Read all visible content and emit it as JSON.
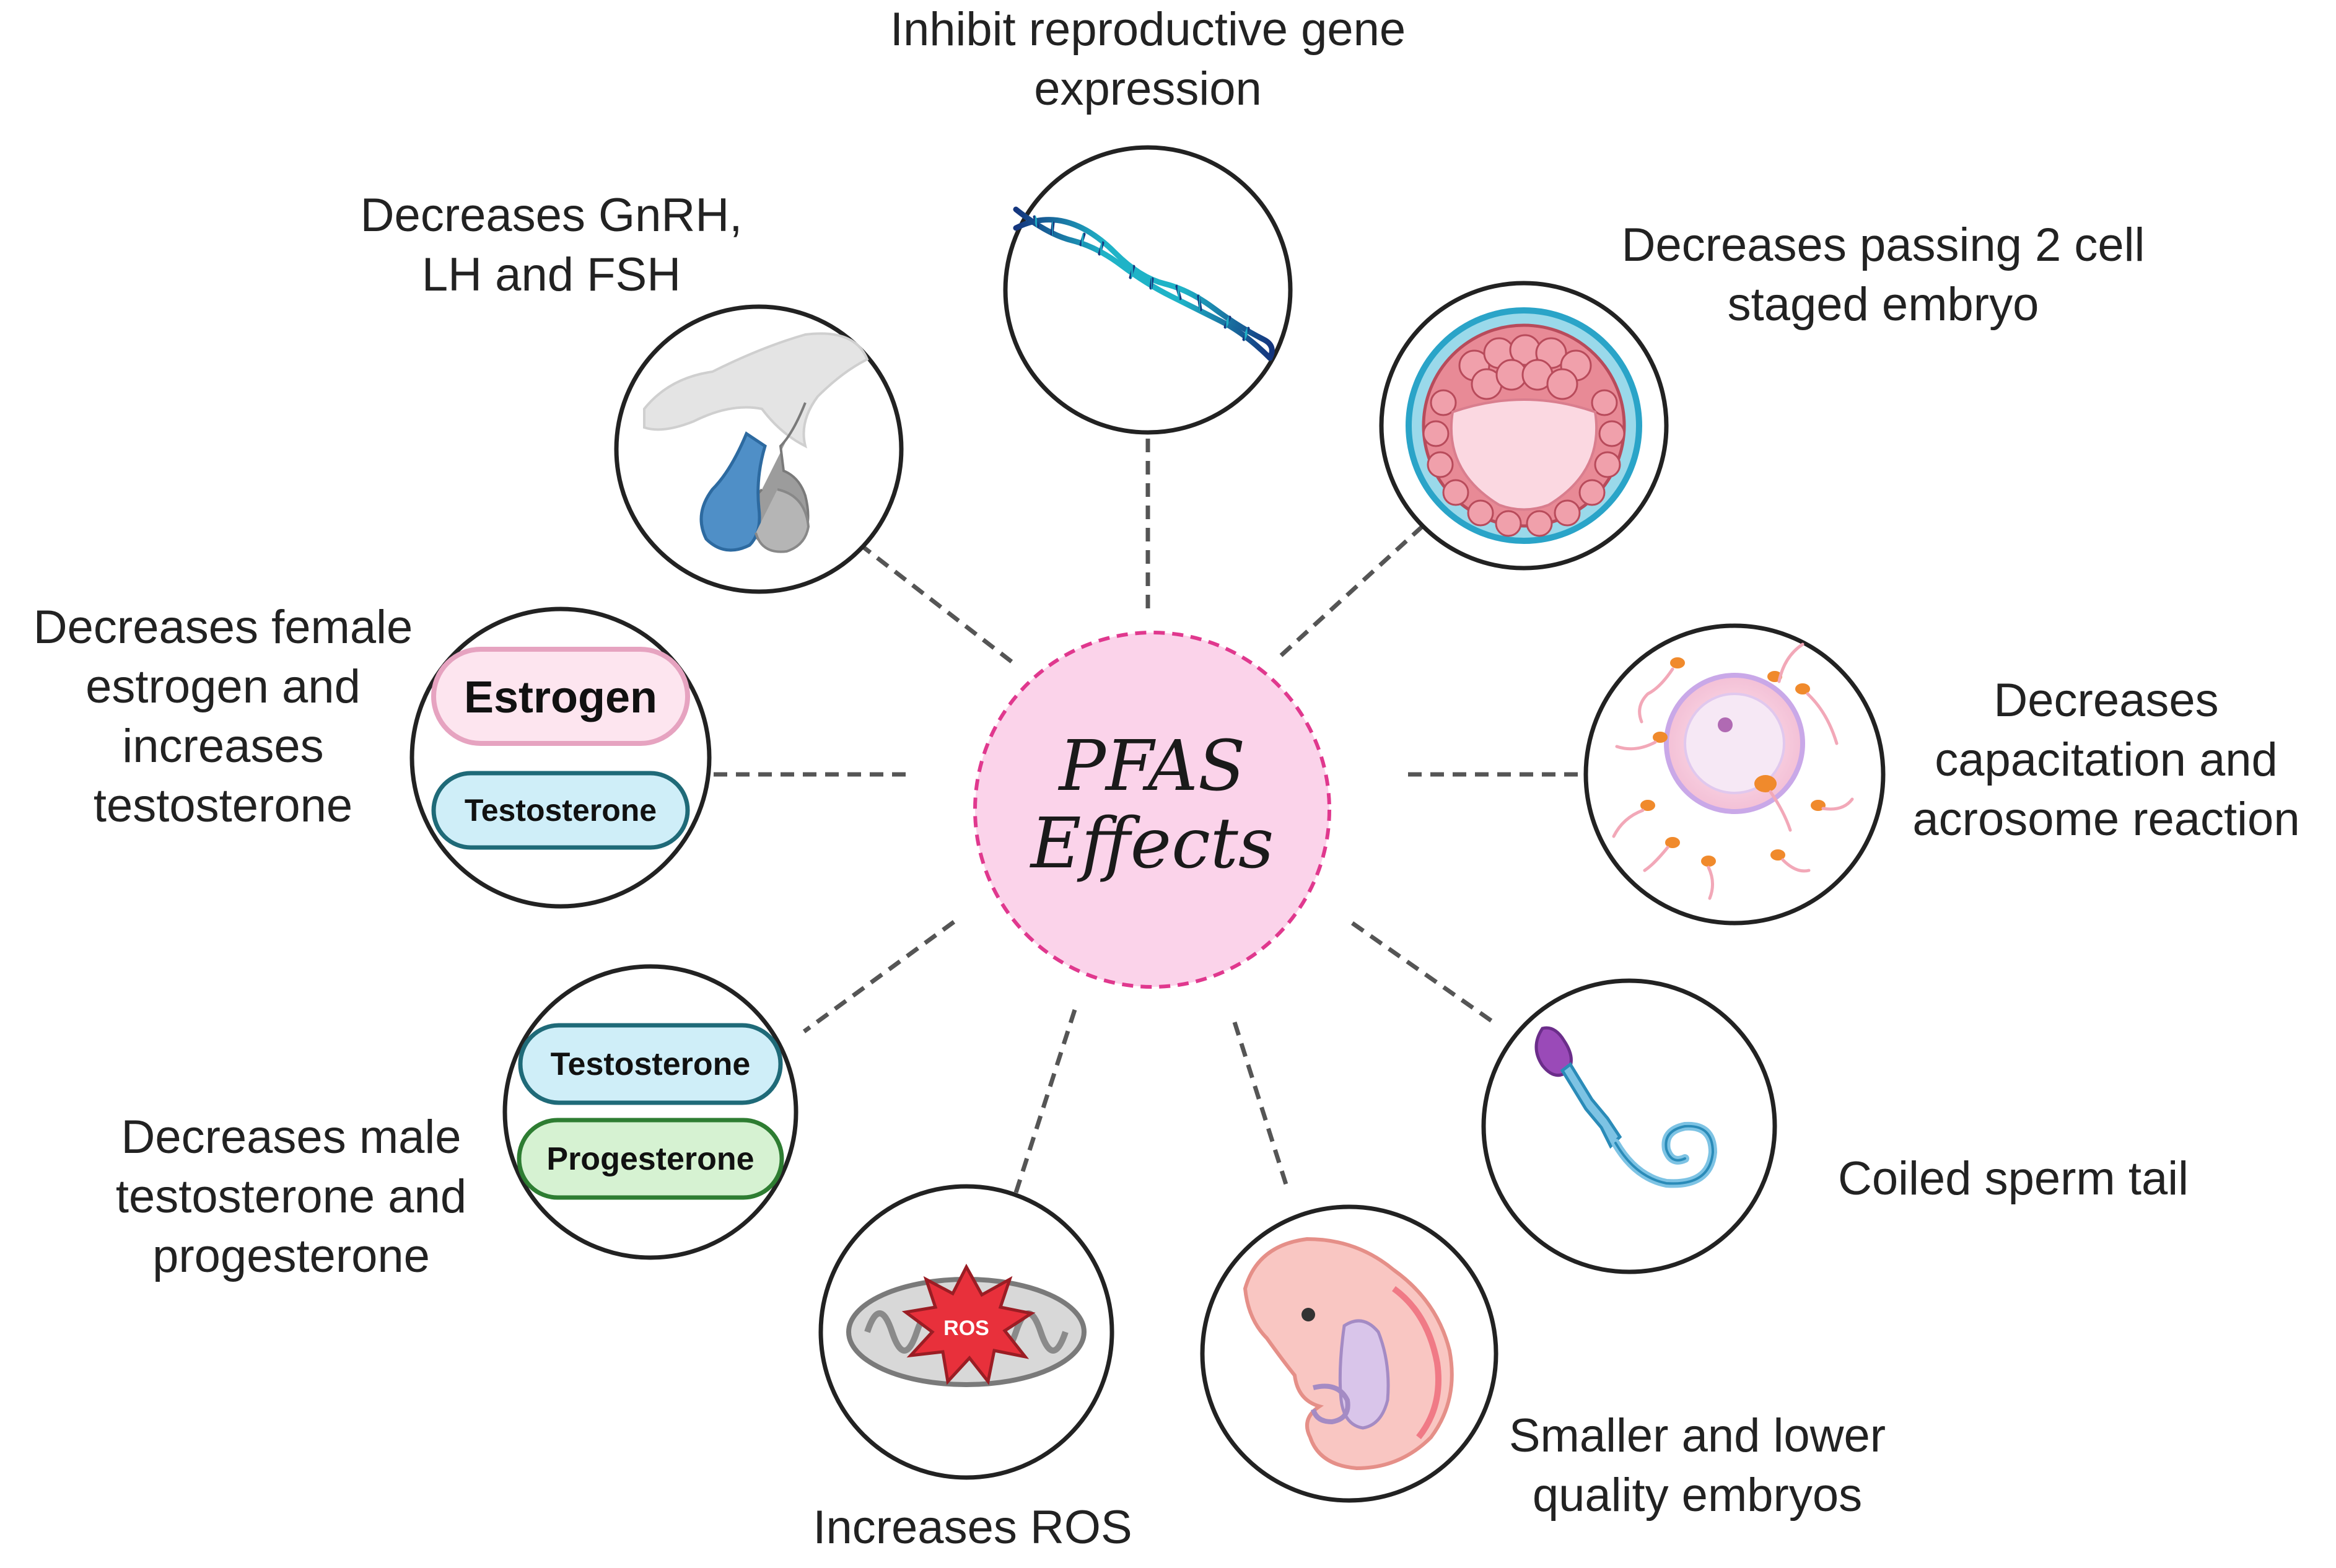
{
  "center": {
    "line1": "PFAS",
    "line2": "Effects"
  },
  "effects": {
    "gene": {
      "lines": [
        "Inhibit reproductive gene",
        "expression"
      ],
      "icon": "dna-helix-icon"
    },
    "gnrh": {
      "lines": [
        "Decreases GnRH,",
        "LH and FSH"
      ],
      "icon": "pituitary-gland-icon"
    },
    "embryo2cell": {
      "lines": [
        "Decreases passing 2 cell",
        "staged embryo"
      ],
      "icon": "blastocyst-icon"
    },
    "female": {
      "lines": [
        "Decreases female",
        "estrogen and",
        "increases",
        "testosterone"
      ],
      "icon": "hormone-pills-icon",
      "pill1": "Estrogen",
      "pill2": "Testosterone"
    },
    "capacitation": {
      "lines": [
        "Decreases",
        "capacitation and",
        "acrosome reaction"
      ],
      "icon": "egg-sperm-icon"
    },
    "male": {
      "lines": [
        "Decreases male",
        "testosterone and",
        "progesterone"
      ],
      "icon": "hormone-pills-icon",
      "pill1": "Testosterone",
      "pill2": "Progesterone"
    },
    "sperm": {
      "lines": [
        "Coiled sperm tail"
      ],
      "icon": "sperm-icon"
    },
    "ros": {
      "lines": [
        "Increases ROS"
      ],
      "icon": "mitochondria-icon",
      "badge": "ROS"
    },
    "embryo": {
      "lines": [
        "Smaller and lower",
        "quality embryos"
      ],
      "icon": "embryo-icon"
    }
  },
  "colors": {
    "center_fill": "#fbd3ea",
    "center_stroke": "#e0388e",
    "connector": "#555555",
    "estrogen_fill": "#fde5ef",
    "estrogen_stroke": "#e6a3c0",
    "testosterone_fill": "#cfeef8",
    "testosterone_stroke": "#1f6a78",
    "progesterone_fill": "#d6f2d2",
    "progesterone_stroke": "#2e7d32"
  }
}
